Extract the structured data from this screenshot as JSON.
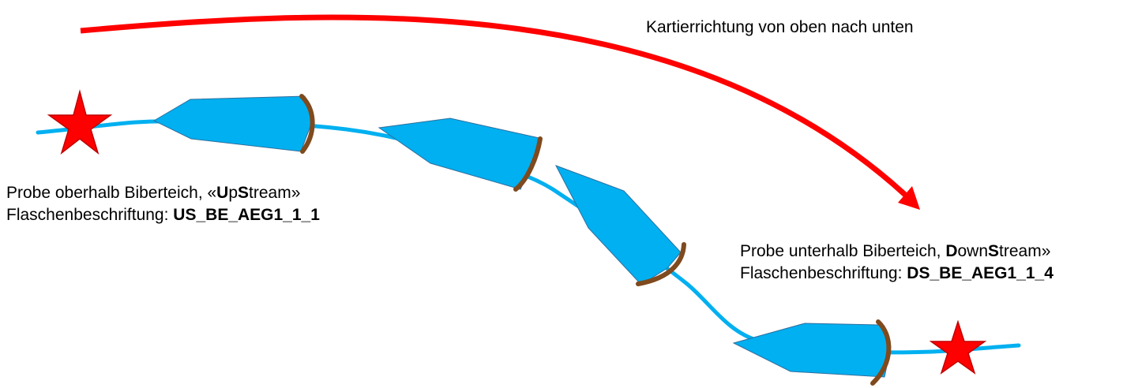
{
  "direction": {
    "text": "Kartierrichtung von oben nach unten",
    "arrow_color": "#ff0000"
  },
  "upstream": {
    "line1_prefix": "Probe oberhalb Biberteich, «",
    "line1_b1": "U",
    "line1_m1": "p",
    "line1_b2": "S",
    "line1_suffix": "tream»",
    "line2_prefix": "Flaschenbeschriftung: ",
    "line2_code": "US_BE_AEG1_1_1"
  },
  "downstream": {
    "line1_prefix": "Probe unterhalb Biberteich, ",
    "line1_b1": "D",
    "line1_m1": "own",
    "line1_b2": "S",
    "line1_suffix": "tream»",
    "line2_prefix": "Flaschenbeschriftung: ",
    "line2_code": "DS_BE_AEG1_1_4"
  },
  "colors": {
    "stream": "#00b0f0",
    "pond_fill": "#00b0f0",
    "pond_stroke": "#2f6f9f",
    "dam": "#7f4a1e",
    "star_fill": "#ff0000",
    "star_stroke": "#c00000"
  },
  "icons": [
    "star-icon",
    "beaver-dam-icon",
    "pond-icon",
    "arrow-icon"
  ]
}
